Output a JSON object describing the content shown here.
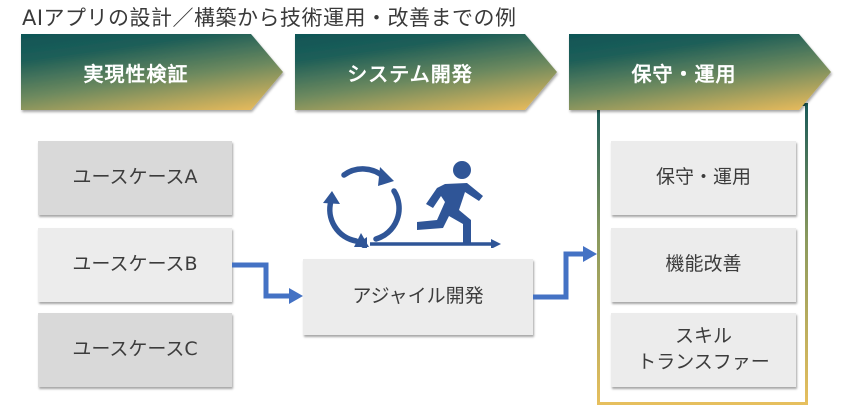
{
  "title": "AIアプリの設計／構築から技術運用・改善までの例",
  "phases": [
    {
      "label": "実現性検証"
    },
    {
      "label": "システム開発"
    },
    {
      "label": "保守・運用"
    }
  ],
  "use_cases": [
    {
      "label": "ユースケースA",
      "style": "dark"
    },
    {
      "label": "ユースケースB",
      "style": "light"
    },
    {
      "label": "ユースケースC",
      "style": "dark"
    }
  ],
  "development": {
    "label": "アジャイル開発",
    "icons": [
      "cycle-arrows-icon",
      "running-person-icon"
    ]
  },
  "operations": [
    {
      "label": "保守・運用"
    },
    {
      "label": "機能改善"
    },
    {
      "label": "スキル\nトランスファー",
      "lines": [
        "スキル",
        "トランスファー"
      ]
    }
  ],
  "colors": {
    "gradient_start": "#0f5557",
    "gradient_end": "#e3b95c",
    "connector": "#4472c4",
    "icon": "#2f5597",
    "box_dark": "#d9d9d9",
    "box_light": "#ececec",
    "text": "#3c3c3c"
  }
}
